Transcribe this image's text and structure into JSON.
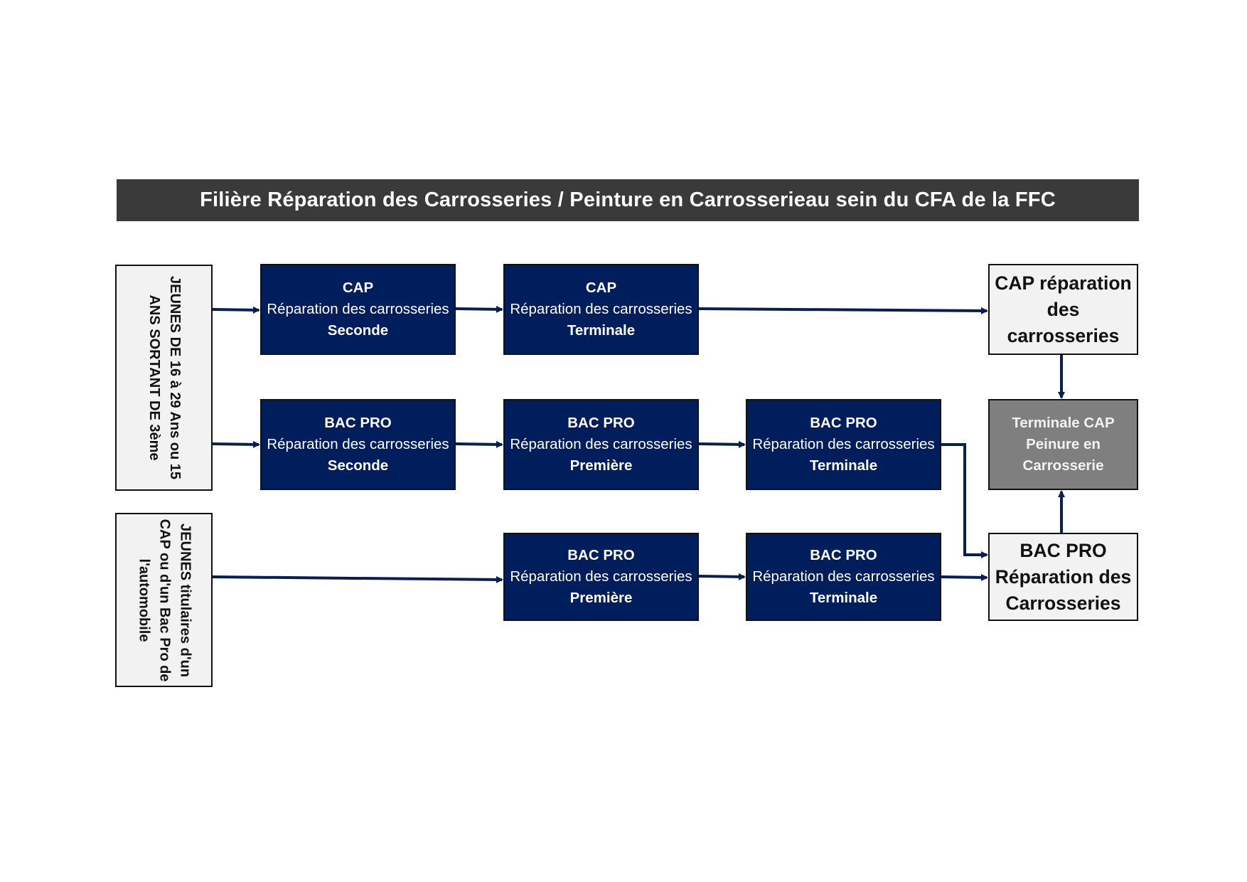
{
  "title": "Filière Réparation des Carrosseries / Peinture en Carrosserieau sein du CFA de la FFC",
  "entries": {
    "young_3eme": {
      "line1": "JEUNES DE 16 à 29 Ans ou 15",
      "line2": "ANS SORTANT DE 3ème"
    },
    "young_titulaires": {
      "line1": "JEUNES titulaires d'un",
      "line2": "CAP ou d'un Bac Pro de",
      "line3": "l'automobile"
    }
  },
  "rows": {
    "cap": [
      {
        "program": "CAP",
        "subject": "Réparation des carrosseries",
        "level": "Seconde"
      },
      {
        "program": "CAP",
        "subject": "Réparation des carrosseries",
        "level": "Terminale"
      }
    ],
    "bacpro": [
      {
        "program": "BAC PRO",
        "subject": "Réparation des carrosseries",
        "level": "Seconde"
      },
      {
        "program": "BAC PRO",
        "subject": "Réparation des carrosseries",
        "level": "Première"
      },
      {
        "program": "BAC PRO",
        "subject": "Réparation des carrosseries",
        "level": "Terminale"
      }
    ],
    "bacpro_direct": [
      {
        "program": "BAC PRO",
        "subject": "Réparation des carrosseries",
        "level": "Première"
      },
      {
        "program": "BAC PRO",
        "subject": "Réparation des carrosseries",
        "level": "Terminale"
      }
    ]
  },
  "outcomes": {
    "cap": {
      "line1": "CAP réparation",
      "line2": "des carrosseries"
    },
    "terminale_cap": {
      "line1": "Terminale CAP",
      "line2": "Peinure en",
      "line3": "Carrosserie"
    },
    "bacpro": {
      "line1": "BAC PRO",
      "line2": "Réparation des",
      "line3": "Carrosseries"
    }
  },
  "colors": {
    "title_bar": "#3a3a3a",
    "program_box": "#001d5c",
    "outcome_box": "#f2f2f2",
    "intermediate_box": "#7f7f7f",
    "arrow": "#0a1f4f"
  }
}
